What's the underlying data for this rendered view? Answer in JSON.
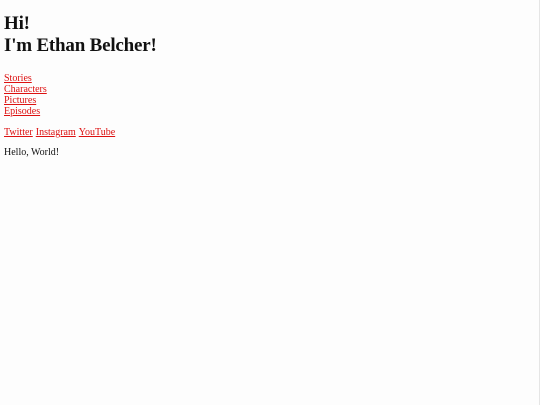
{
  "header": {
    "line1": "Hi!",
    "line2": "I'm Ethan Belcher!"
  },
  "nav": {
    "items": [
      {
        "label": "Stories"
      },
      {
        "label": "Characters"
      },
      {
        "label": "Pictures"
      },
      {
        "label": "Episodes"
      }
    ]
  },
  "social": {
    "items": [
      {
        "label": "Twitter"
      },
      {
        "label": "Instagram"
      },
      {
        "label": "YouTube"
      }
    ]
  },
  "main": {
    "message": "Hello, World!"
  },
  "colors": {
    "link": "#dd1111",
    "text": "#111111",
    "background": "#fdfdfd"
  }
}
